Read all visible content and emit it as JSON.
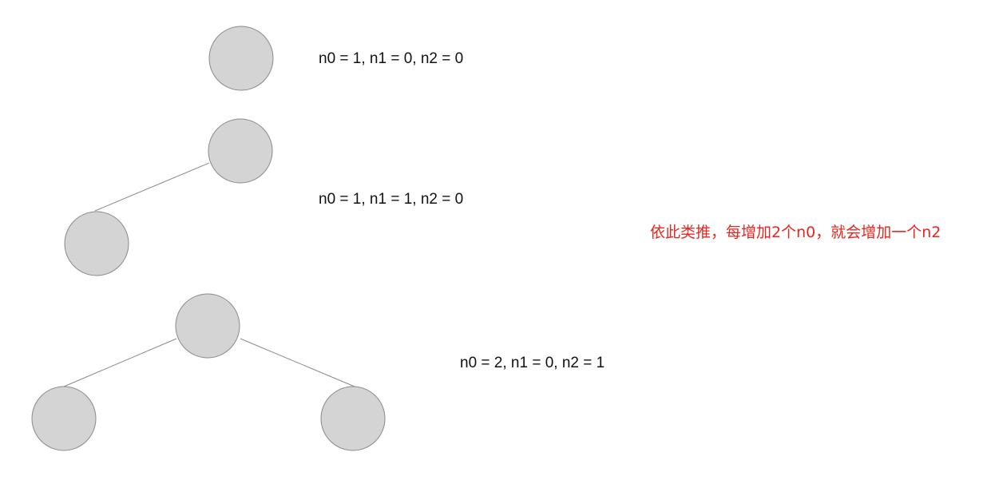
{
  "diagram": {
    "labels": {
      "tree1": "n0 = 1, n1 = 0, n2 = 0",
      "tree2": "n0 = 1, n1 = 1, n2 = 0",
      "tree3": "n0 = 2, n1 = 0, n2 = 1"
    },
    "note": "依此类推，每增加2个n0，就会增加一个n2",
    "colors": {
      "node_fill": "#d4d4d4",
      "node_stroke": "#8a8a8a",
      "edge": "#8a8a8a",
      "label_text": "#111111",
      "note_text": "#e8261f"
    }
  }
}
